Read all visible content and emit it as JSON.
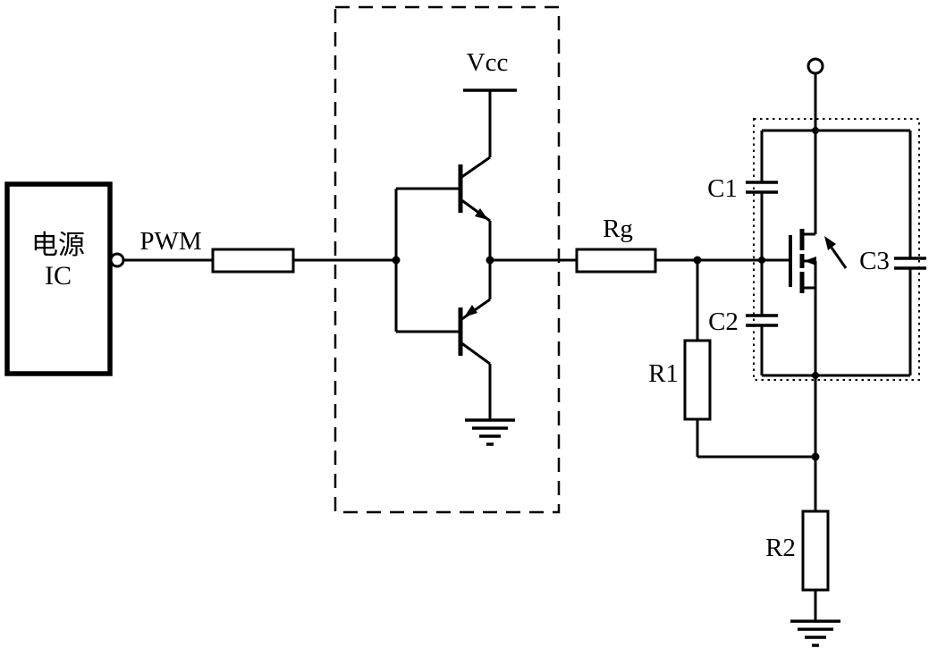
{
  "labels": {
    "power_ic_line1": "电源",
    "power_ic_line2": "IC",
    "pwm": "PWM",
    "vcc": "Vcc",
    "rg": "Rg",
    "c1": "C1",
    "c2": "C2",
    "c3": "C3",
    "r1": "R1",
    "r2": "R2"
  },
  "colors": {
    "line": "#000000",
    "background": "#ffffff"
  }
}
